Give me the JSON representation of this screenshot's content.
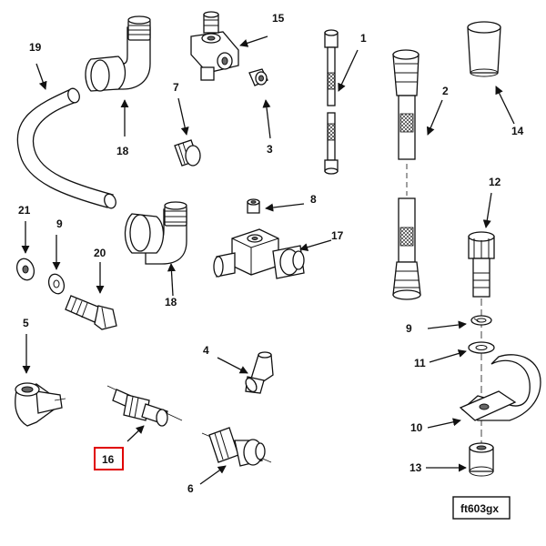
{
  "figure_id": "ft603gx",
  "highlight_color": "#e00000",
  "highlighted_callout": "16",
  "callouts": {
    "c1": "1",
    "c2": "2",
    "c3": "3",
    "c4": "4",
    "c5": "5",
    "c6": "6",
    "c7": "7",
    "c8": "8",
    "c9a": "9",
    "c9b": "9",
    "c10": "10",
    "c11": "11",
    "c12": "12",
    "c13": "13",
    "c14": "14",
    "c15": "15",
    "c16": "16",
    "c17": "17",
    "c18a": "18",
    "c18b": "18",
    "c19": "19",
    "c20": "20",
    "c21": "21"
  }
}
